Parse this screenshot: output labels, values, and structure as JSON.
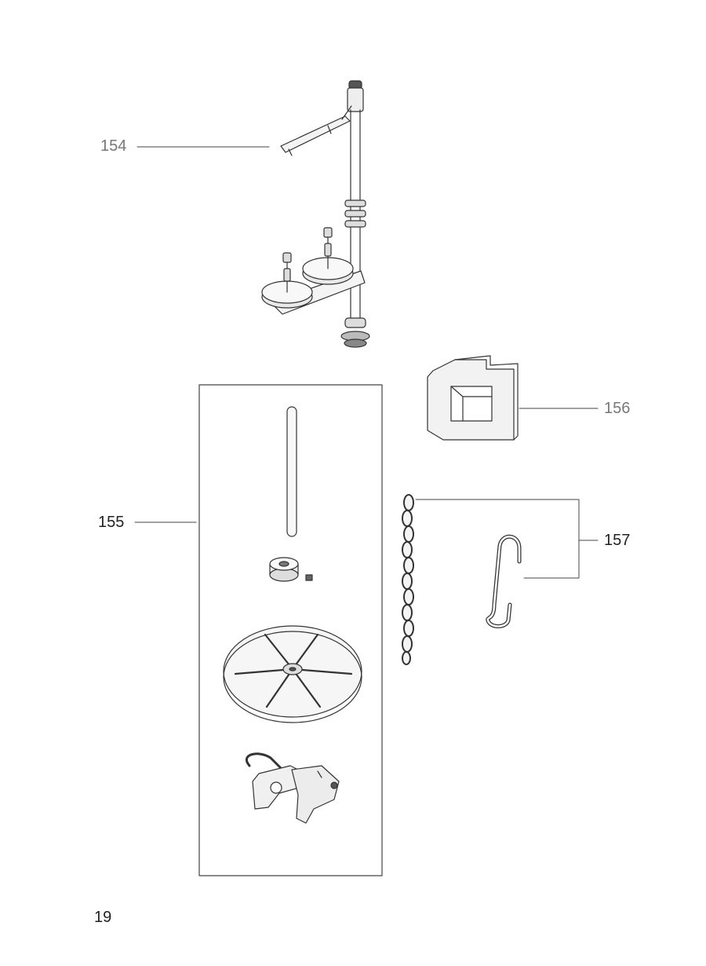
{
  "callouts": {
    "part_154": "154",
    "part_155": "155",
    "part_156": "156",
    "part_157": "157"
  },
  "page_number": "19",
  "colors": {
    "ink": "#222222",
    "faded_ink": "#777777",
    "paper": "#ffffff"
  }
}
